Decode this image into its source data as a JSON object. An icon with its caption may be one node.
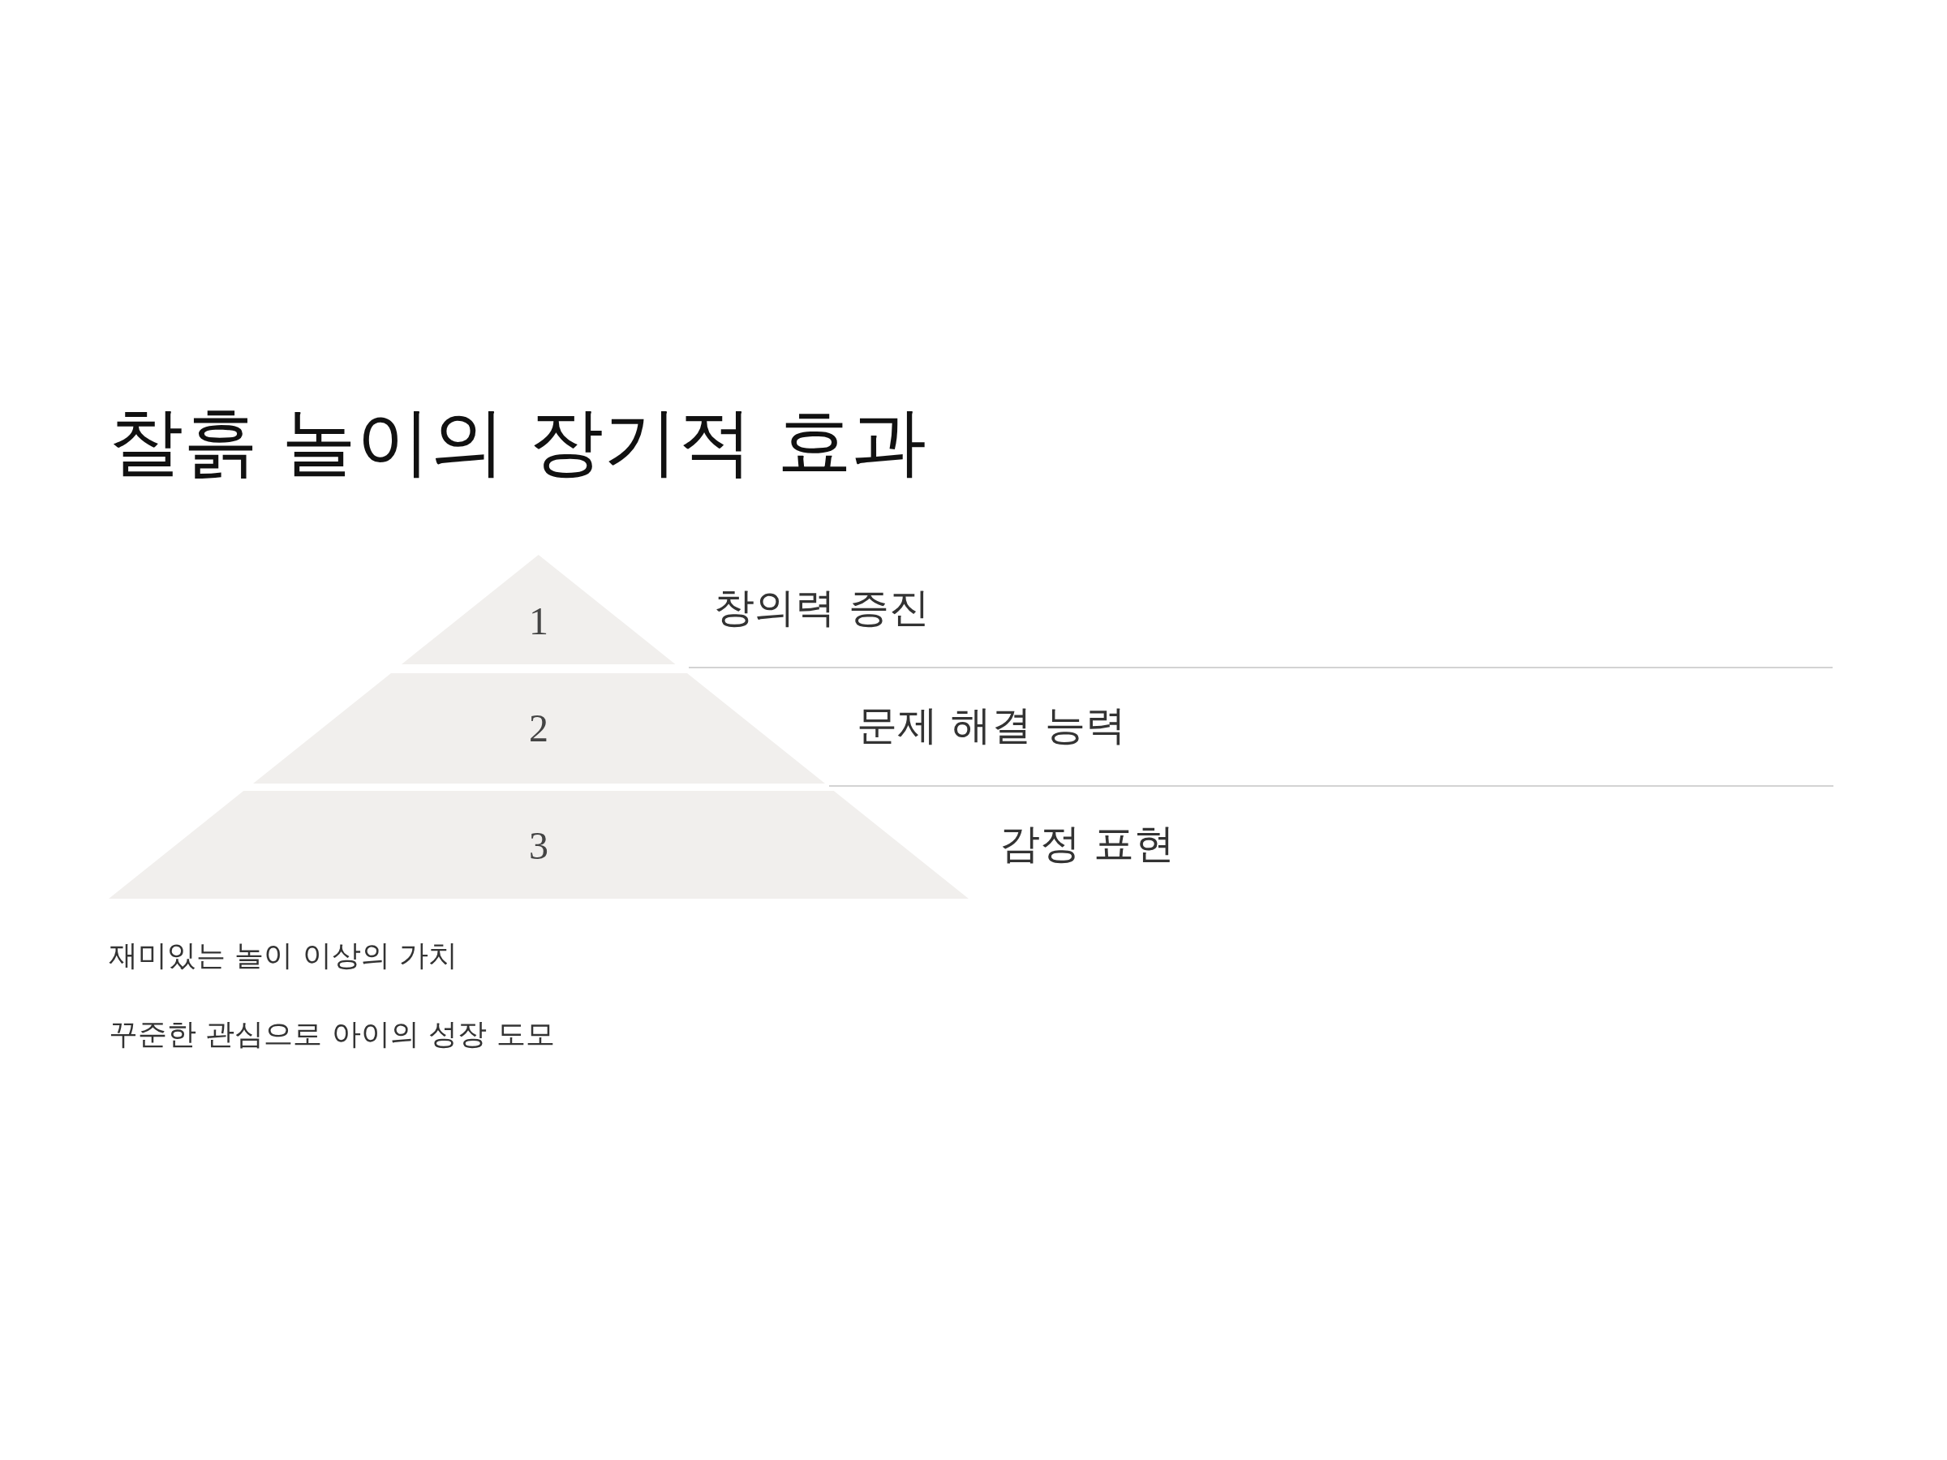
{
  "diagram": {
    "title": "찰흙 놀이의 장기적 효과",
    "nodes": [
      {
        "text": [
          "1"
        ],
        "beside": [
          "창의력 증진"
        ]
      },
      {
        "text": [
          "2"
        ],
        "beside": [
          "문제 해결 능력"
        ]
      },
      {
        "text": [
          "3"
        ],
        "beside": [
          "감정 표현"
        ]
      }
    ],
    "labels": [
      "재미있는 놀이 이상의 가치",
      "꾸준한 관심으로 아이의 성장 도모"
    ]
  }
}
